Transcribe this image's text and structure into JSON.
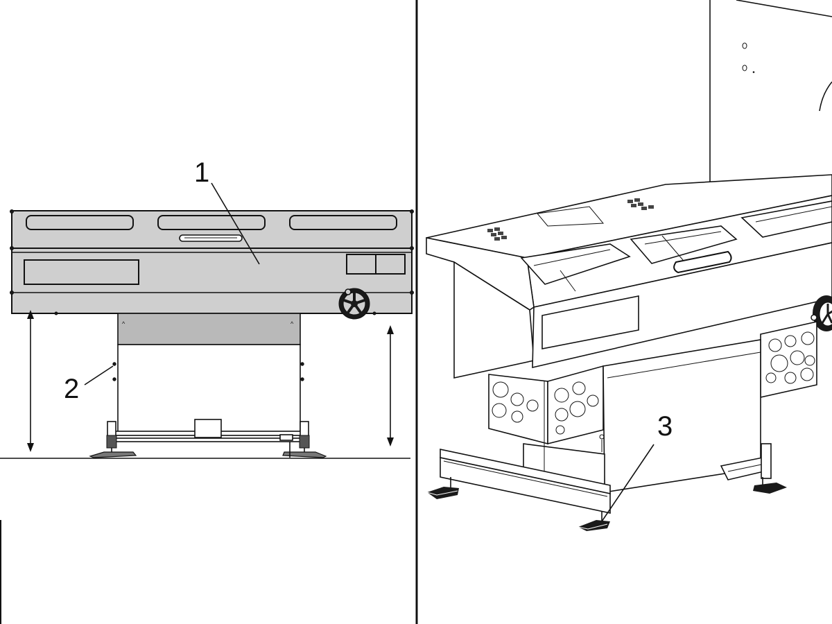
{
  "callouts": {
    "one": "1",
    "two": "2",
    "three": "3"
  },
  "colors": {
    "housing_fill": "#cfcfcf",
    "lower_panel_fill": "#b9b9b9",
    "line": "#111111",
    "background": "#ffffff"
  }
}
